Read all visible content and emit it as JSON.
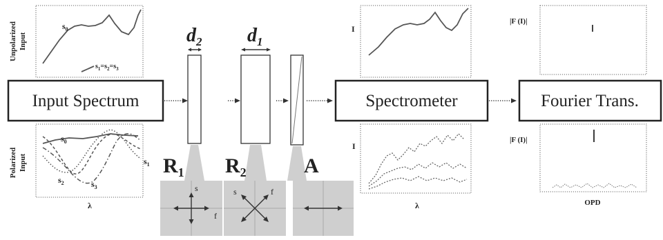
{
  "stages": {
    "input_spectrum": "Input Spectrum",
    "spectrometer": "Spectrometer",
    "fourier": "Fourier Trans."
  },
  "retarders": {
    "d2_base": "d",
    "d2_sub": "2",
    "d1_base": "d",
    "d1_sub": "1",
    "R1_base": "R",
    "R1_sub": "1",
    "R2_base": "R",
    "R2_sub": "2",
    "analyzer": "A"
  },
  "axes_labels": {
    "slow": "s",
    "fast": "f"
  },
  "input_plots": {
    "unpolarized_ylabel_1": "Unpolarized",
    "unpolarized_ylabel_2": "Input",
    "unpolarized_curve_label": "s",
    "unpolarized_curve_sub": "0",
    "unpolarized_zero_label": "s",
    "unpolarized_zero_subs": [
      "1",
      "2",
      "3"
    ],
    "polarized_ylabel_1": "Polarized",
    "polarized_ylabel_2": "Input",
    "polarized_curve_labels": [
      {
        "base": "s",
        "sub": "0"
      },
      {
        "base": "s",
        "sub": "1"
      },
      {
        "base": "s",
        "sub": "2"
      },
      {
        "base": "s",
        "sub": "3"
      }
    ],
    "xlabel": "λ"
  },
  "spectrometer_plots": {
    "ylabel_top": "I",
    "ylabel_bottom": "I",
    "xlabel": "λ"
  },
  "fourier_plots": {
    "ylabel_top": "|F (I)|",
    "ylabel_bottom": "|F (I)|",
    "xlabel": "OPD"
  }
}
